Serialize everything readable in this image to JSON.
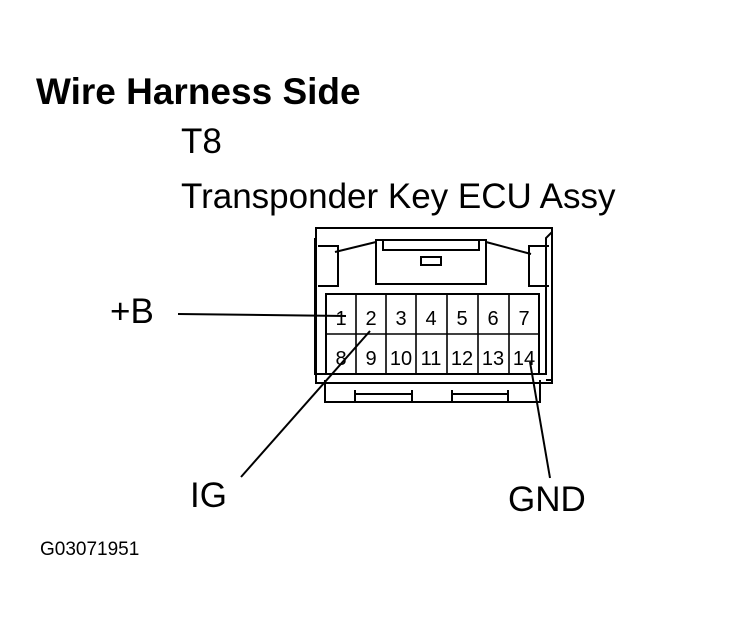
{
  "title": "Wire Harness Side",
  "connector": {
    "code": "T8",
    "name": "Transponder Key ECU Assy",
    "pins_top": [
      "1",
      "2",
      "3",
      "4",
      "5",
      "6",
      "7"
    ],
    "pins_bottom": [
      "8",
      "9",
      "10",
      "11",
      "12",
      "13",
      "14"
    ]
  },
  "callouts": {
    "b": "+B",
    "ig": "IG",
    "gnd": "GND"
  },
  "figure_id": "G03071951",
  "colors": {
    "line": "#000000",
    "background": "#ffffff"
  }
}
